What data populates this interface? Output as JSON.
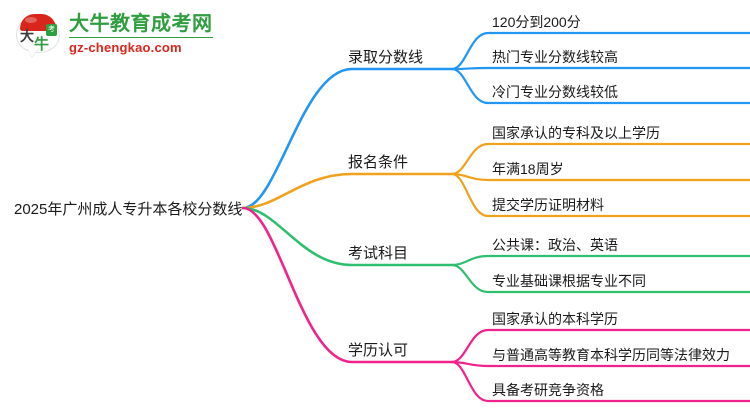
{
  "logo": {
    "mark_char_top": "大",
    "mark_char_bottom": "牛",
    "chip_char": "考",
    "title": "大牛教育成考网",
    "domain": "gz-chengkao.com"
  },
  "mindmap": {
    "root": {
      "label": "2025年广州成人专升本各校分数线"
    },
    "branches": [
      {
        "label": "录取分数线",
        "color": "#2196f3",
        "children": [
          {
            "label": "120分到200分"
          },
          {
            "label": "热门专业分数线较高"
          },
          {
            "label": "冷门专业分数线较低"
          }
        ]
      },
      {
        "label": "报名条件",
        "color": "#f0a21e",
        "children": [
          {
            "label": "国家承认的专科及以上学历"
          },
          {
            "label": "年满18周岁"
          },
          {
            "label": "提交学历证明材料"
          }
        ]
      },
      {
        "label": "考试科目",
        "color": "#2fbf71",
        "children": [
          {
            "label": "公共课：政治、英语"
          },
          {
            "label": "专业基础课根据专业不同"
          }
        ]
      },
      {
        "label": "学历认可",
        "color": "#f0238c",
        "children": [
          {
            "label": "国家承认的本科学历"
          },
          {
            "label": "与普通高等教育本科学历同等法律效力"
          },
          {
            "label": "具备考研竞争资格"
          }
        ]
      }
    ]
  }
}
